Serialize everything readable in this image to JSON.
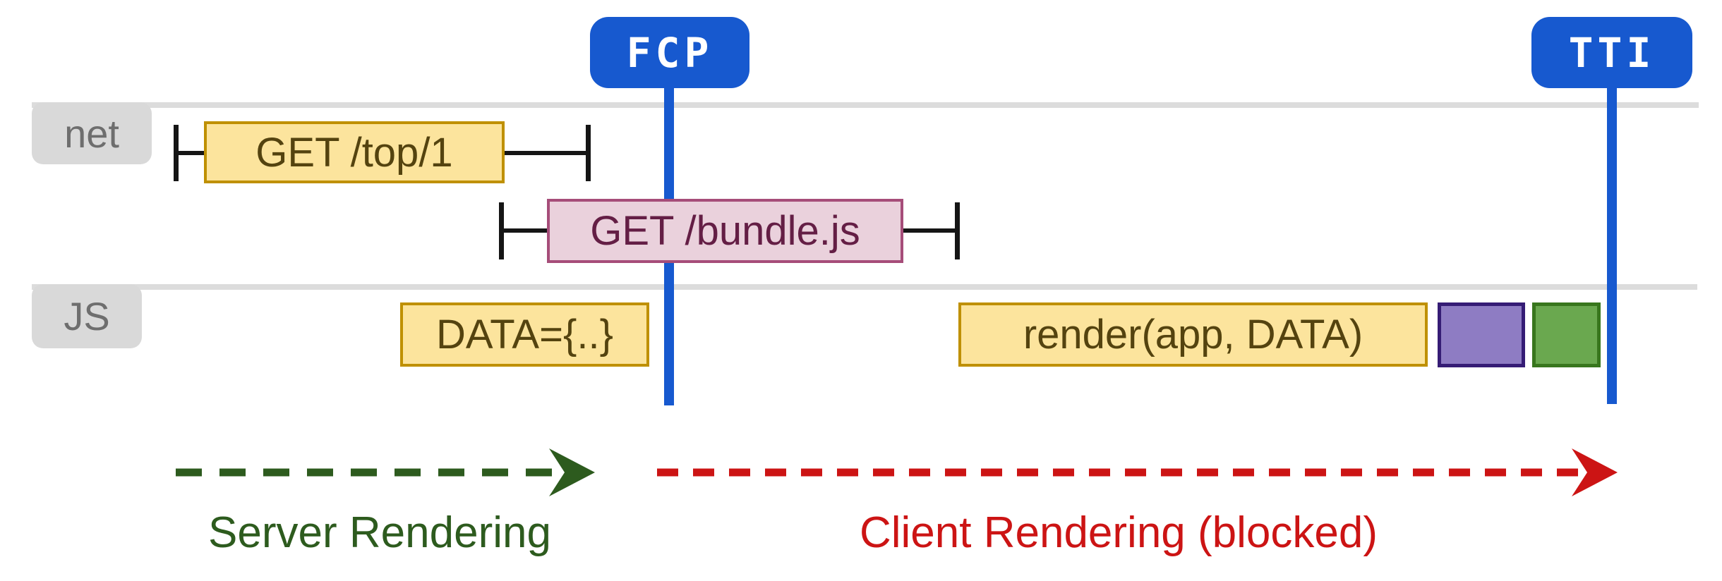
{
  "markers": {
    "fcp": {
      "label": "FCP"
    },
    "tti": {
      "label": "TTI"
    },
    "accent_blue": "#1759cf"
  },
  "tracks": {
    "net": {
      "label": "net"
    },
    "js": {
      "label": "JS"
    },
    "line_color": "#dcdcdc",
    "label_bg": "#d9d9d9",
    "label_text_color": "#6e6e6e"
  },
  "events": {
    "get_top": {
      "label": "GET /top/1",
      "fill": "#fce49d",
      "border": "#bf9000",
      "text_color": "#54430f"
    },
    "get_bundle": {
      "label": "GET /bundle.js",
      "fill": "#ead1dc",
      "border": "#a64d79",
      "text_color": "#641e45"
    },
    "data_assign": {
      "label": "DATA={..}",
      "fill": "#fce49d",
      "border": "#bf9000",
      "text_color": "#54430f"
    },
    "render_call": {
      "label": "render(app, DATA)",
      "fill": "#fce49d",
      "border": "#bf9000",
      "text_color": "#54430f"
    },
    "purple_task": {
      "label": "",
      "fill": "#8e7cc3",
      "border": "#351c75"
    },
    "green_task": {
      "label": "",
      "fill": "#6aa84f",
      "border": "#38761d"
    }
  },
  "phases": {
    "server": {
      "label": "Server Rendering",
      "color": "#2d5b1e"
    },
    "client": {
      "label": "Client Rendering (blocked)",
      "color": "#cc1414"
    }
  }
}
